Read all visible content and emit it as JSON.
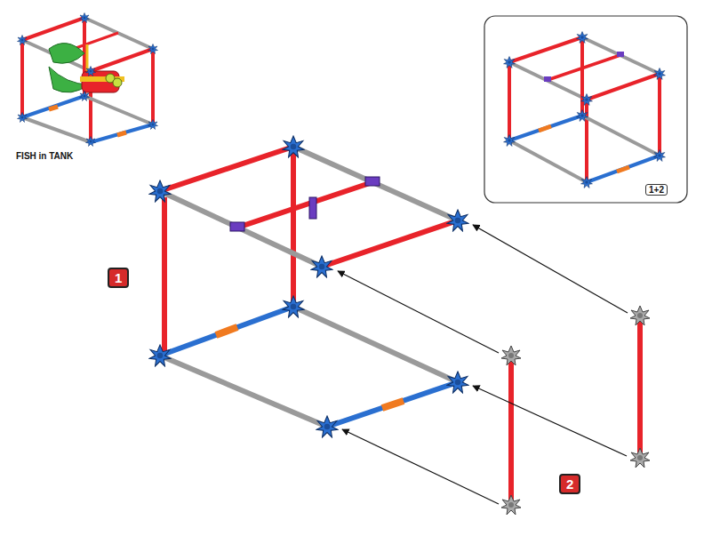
{
  "diagram": {
    "labels": [
      "FISH in TANK",
      "1",
      "2",
      "1+2"
    ]
  }
}
